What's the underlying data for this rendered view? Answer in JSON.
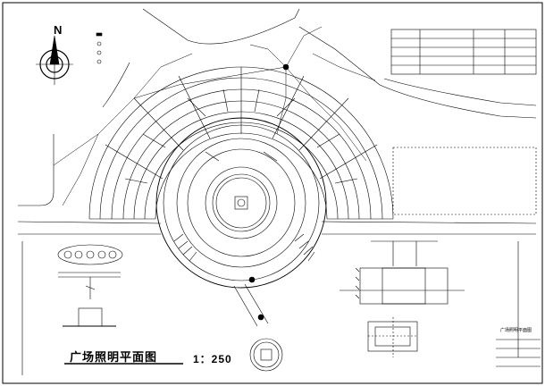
{
  "drawing": {
    "title": "广场照明平面图",
    "scale": "1：250",
    "north_label": "N",
    "small_caption": "广场照明平面图"
  }
}
